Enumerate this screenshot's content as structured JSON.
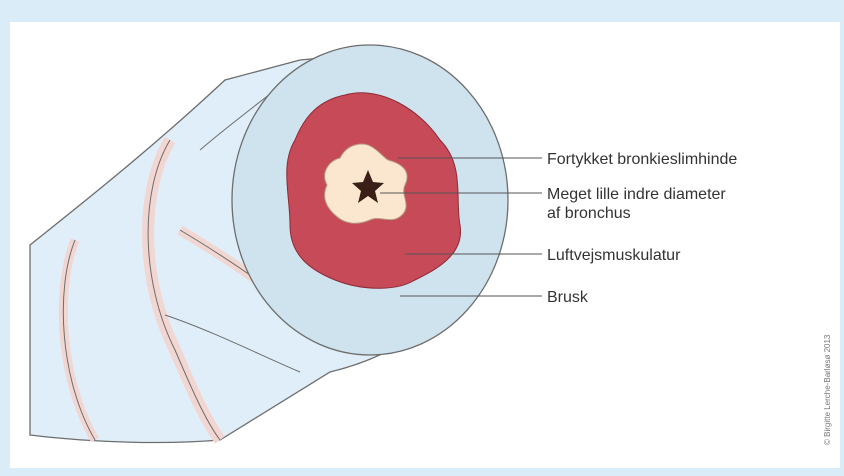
{
  "labels": {
    "mucosa": "Fortykket bronkieslimhinde",
    "lumen_line1": "Meget lille indre diameter",
    "lumen_line2": "af bronchus",
    "muscle": "Luftvejsmuskulatur",
    "cartilage": "Brusk"
  },
  "copyright": "© Birgitte Lerche-Barløsø 2013",
  "colors": {
    "frame_bg": "#d9ecf7",
    "tube": "#dfeef8",
    "tube_outline": "#6d6d6d",
    "cartilage_band": "#f1d6d2",
    "muscle": "#c64a57",
    "mucosa": "#fbe7cf",
    "lumen": "#3a1f16"
  }
}
